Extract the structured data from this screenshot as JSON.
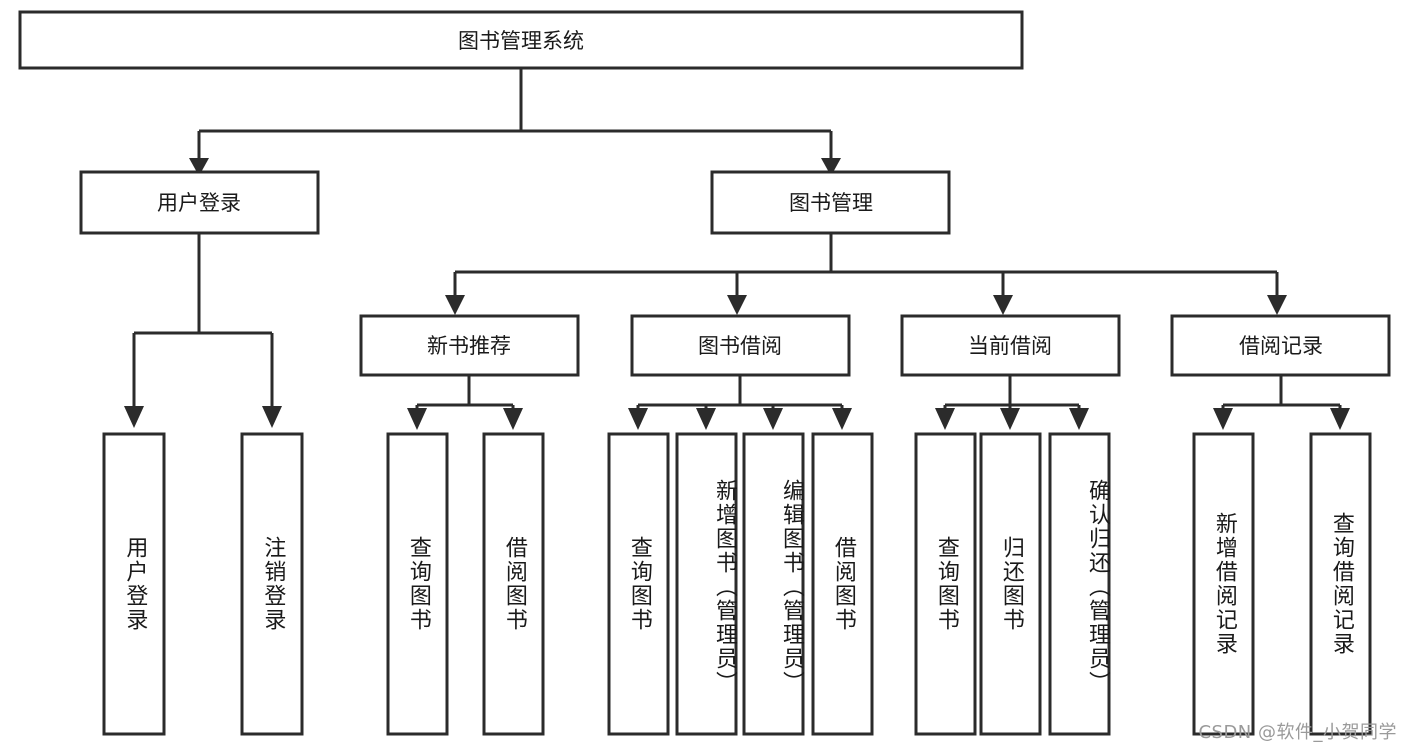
{
  "diagram": {
    "title": "图书管理系统",
    "type": "tree-hierarchy",
    "watermark": "CSDN @软件_小贺同学",
    "colors": {
      "stroke": "#2b2b2b",
      "node_fill": "#ffffff",
      "text": "#1a1a1a",
      "background": "#ffffff",
      "watermark": "#9a9a9a"
    },
    "nodes": {
      "root": {
        "label": "图书管理系统"
      },
      "level2": [
        {
          "label": "用户登录"
        },
        {
          "label": "图书管理"
        }
      ],
      "level3": [
        {
          "label": "新书推荐"
        },
        {
          "label": "图书借阅"
        },
        {
          "label": "当前借阅"
        },
        {
          "label": "借阅记录"
        }
      ],
      "leaves": {
        "user_login": [
          {
            "label": "用户登录"
          },
          {
            "label": "注销登录"
          }
        ],
        "new_book_recommend": [
          {
            "label": "查询图书"
          },
          {
            "label": "借阅图书"
          }
        ],
        "book_borrow": [
          {
            "label": "查询图书"
          },
          {
            "label": "新增图书（管理员）"
          },
          {
            "label": "编辑图书（管理员）"
          },
          {
            "label": "借阅图书"
          }
        ],
        "current_borrow": [
          {
            "label": "查询图书"
          },
          {
            "label": "归还图书"
          },
          {
            "label": "确认归还（管理员）"
          }
        ],
        "borrow_record": [
          {
            "label": "新增借阅记录"
          },
          {
            "label": "查询借阅记录"
          }
        ]
      }
    }
  }
}
